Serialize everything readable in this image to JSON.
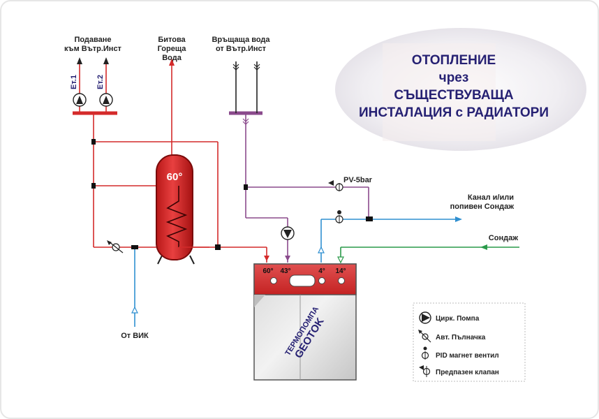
{
  "title": {
    "line1": "ОТОПЛЕНИЕ",
    "line2": "чрез",
    "line3": "СЪЩЕСТВУВАЩА",
    "line4": "ИНСТАЛАЦИЯ с РАДИАТОРИ"
  },
  "labels": {
    "supply_line1": "Подаване",
    "supply_line2": "към Вътр.Инст",
    "dhw_line1": "Битова",
    "dhw_line2": "Гореща",
    "dhw_line3": "Вода",
    "return_line1": "Връщаща вода",
    "return_line2": "от Вътр.Инст",
    "floor1": "Ет.1",
    "floor2": "Ет.2",
    "pv": "PV-5bar",
    "channel_line1": "Канал и/или",
    "channel_line2": "попивен Сондаж",
    "borehole": "Сондаж",
    "water_supply": "От ВИК"
  },
  "tank": {
    "temperature": "60°"
  },
  "heat_pump": {
    "t1": "60°",
    "t2": "43°",
    "t3": "4°",
    "t4": "14°",
    "name_line1": "ТЕРМОПОМПА",
    "name_line2": "GEOTOK"
  },
  "legend": {
    "pump": "Цирк. Помпа",
    "filler": "Авт. Пълначка",
    "valve": "PID магнет вентил",
    "safety": "Предпазен клапан"
  },
  "colors": {
    "hot_pipe": "#d42a2a",
    "return_pipe": "#8a4a8c",
    "cold_pipe": "#2f8fd0",
    "ground_pipe": "#2a9a4a",
    "title": "#262173",
    "tank": "#d42a2a"
  }
}
